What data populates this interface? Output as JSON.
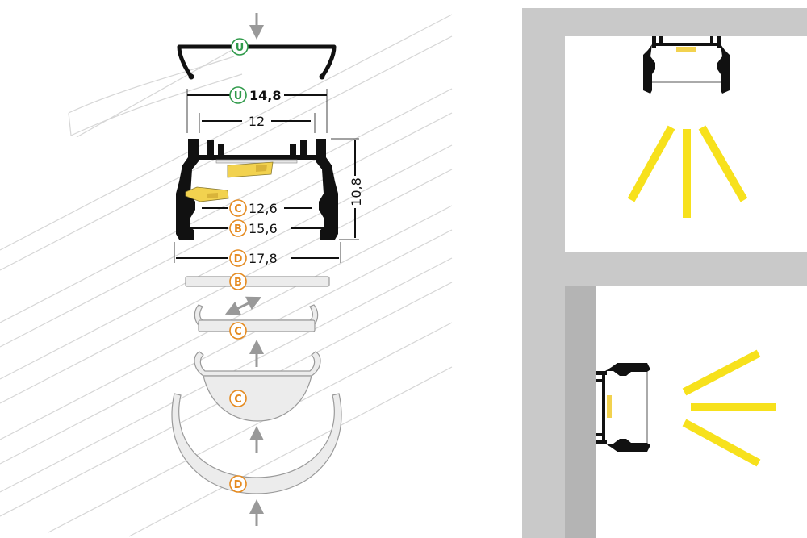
{
  "dimensions": {
    "u_width": "14,8",
    "inner_width": "12",
    "height": "10,8",
    "c_width": "12,6",
    "b_width": "15,6",
    "d_width": "17,8"
  },
  "badges": {
    "u": "U",
    "c": "C",
    "b": "B",
    "d": "D"
  },
  "colors": {
    "profile": "#111111",
    "badge_green": "#2f9a4a",
    "badge_orange": "#e58a1f",
    "led_yellow": "#f7e11c",
    "tape_yellow": "#f2d24f",
    "arrow_gray": "#999999",
    "wall_gray": "#c9c9c9",
    "diffuser_fill": "#ececec"
  }
}
